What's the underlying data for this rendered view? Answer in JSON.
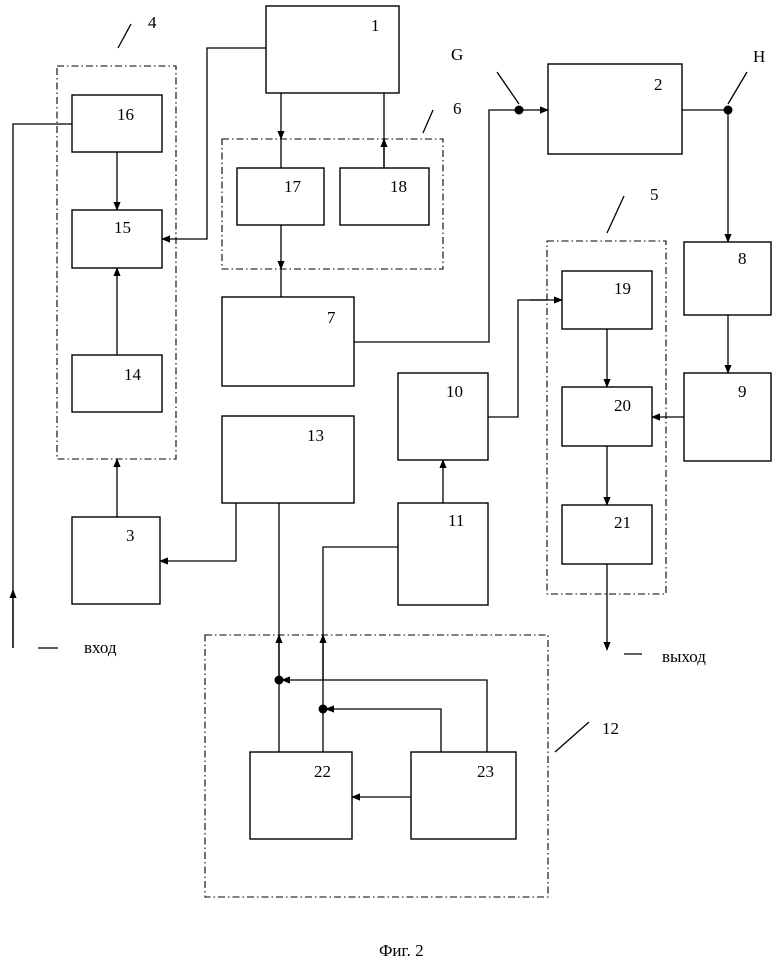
{
  "figure": {
    "caption": "Фиг. 2"
  },
  "blocks": {
    "b1": "1",
    "b2": "2",
    "b3": "3",
    "b7": "7",
    "b8": "8",
    "b9": "9",
    "b10": "10",
    "b11": "11",
    "b13": "13",
    "b14": "14",
    "b15": "15",
    "b16": "16",
    "b17": "17",
    "b18": "18",
    "b19": "19",
    "b20": "20",
    "b21": "21",
    "b22": "22",
    "b23": "23"
  },
  "groups": {
    "g4": "4",
    "g5": "5",
    "g6": "6",
    "g12": "12"
  },
  "points": {
    "G": "G",
    "H": "H"
  },
  "io": {
    "input": "вход",
    "output": "выход"
  }
}
